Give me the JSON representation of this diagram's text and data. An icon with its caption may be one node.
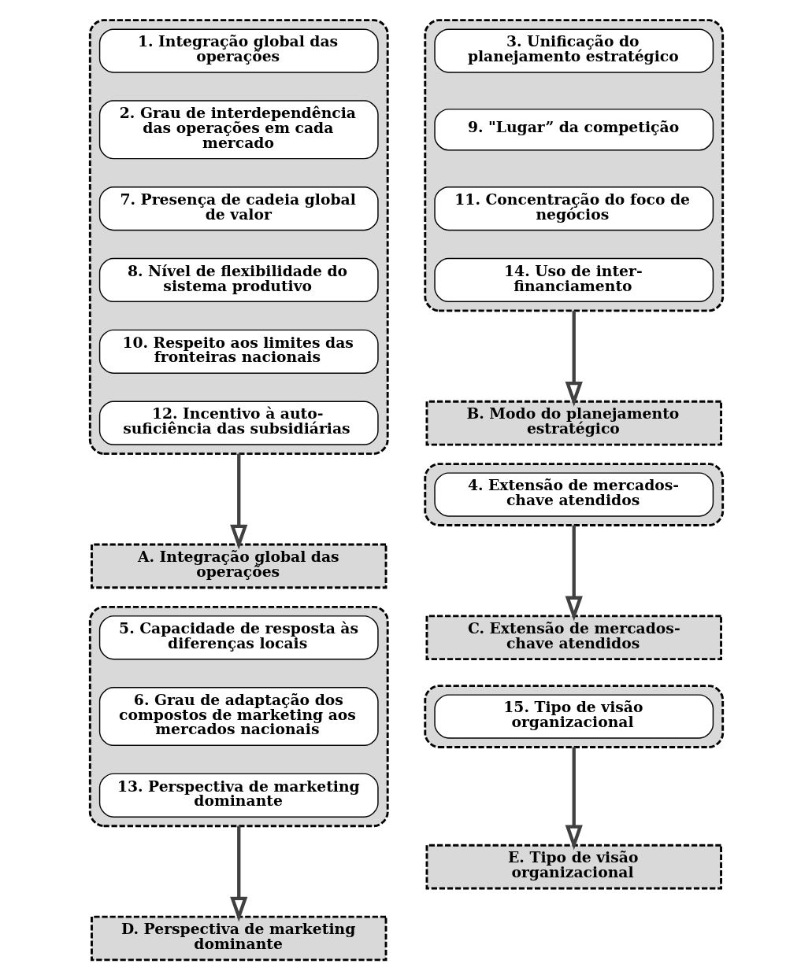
{
  "diagram": {
    "nodes": [
      {
        "text": [],
        "shape": "box"
      },
      {
        "text": [
          "1. Integração global das operações"
        ],
        "in": 0
      },
      {
        "text": [
          "2. Grau de interdependência das operações em cada mercado"
        ],
        "in": 0
      },
      {
        "text": [
          "7. Presença de cadeia global de valor"
        ],
        "in": 0
      },
      {
        "text": [
          "8. Nível de flexibilidade do sistema produtivo"
        ],
        "in": 0
      },
      {
        "text": [
          "10. Respeito aos limites das fronteiras nacionais"
        ],
        "in": 0
      },
      {
        "text": [
          "12. Incentivo à auto-suficiência das subsidiárias"
        ],
        "in": 0
      },
      {
        "text": [
          "A. Integração global das operações"
        ]
      },
      {
        "text": [],
        "shape": "box"
      },
      {
        "text": [
          "5. Capacidade de resposta às diferenças locais"
        ],
        "in": 8
      },
      {
        "text": [
          "6. Grau de adaptação dos compostos de marketing aos mercados nacionais"
        ],
        "in": 8
      },
      {
        "text": [
          "13. Perspectiva de marketing dominante"
        ],
        "in": 8
      },
      {
        "text": [
          "D. Perspectiva de marketing dominante"
        ]
      },
      {
        "text": [],
        "shape": "box"
      },
      {
        "text": [
          "3. Unificação do planejamento estratégico"
        ],
        "in": 13
      },
      {
        "text": [
          "9. \"Lugar” da competição"
        ],
        "in": 13
      },
      {
        "text": [
          "11. Concentração do foco de negócios"
        ],
        "in": 13
      },
      {
        "text": [
          "14. Uso de inter-financiamento"
        ],
        "in": 13
      },
      {
        "text": [
          "B. Modo do planejamento estratégico"
        ]
      },
      {
        "text": [],
        "shape": "box"
      },
      {
        "text": [
          "4. Extensão de mercados-chave atendidos"
        ],
        "in": 19
      },
      {
        "text": [
          "C. Extensão de mercados-chave atendidos"
        ]
      },
      {
        "text": [],
        "shape": "box"
      },
      {
        "text": [
          "15. Tipo de visão organizacional"
        ],
        "in": 22
      },
      {
        "text": [
          "E. Tipo de visão organizacional"
        ]
      }
    ],
    "edges": [
      {
        "from": 0,
        "to": 7,
        "arrow": "to"
      },
      {
        "from": 8,
        "to": 12,
        "arrow": "to"
      },
      {
        "from": 13,
        "to": 18,
        "arrow": "to"
      },
      {
        "from": 19,
        "to": 21,
        "arrow": "to"
      },
      {
        "from": 22,
        "to": 24,
        "arrow": "to"
      }
    ]
  }
}
